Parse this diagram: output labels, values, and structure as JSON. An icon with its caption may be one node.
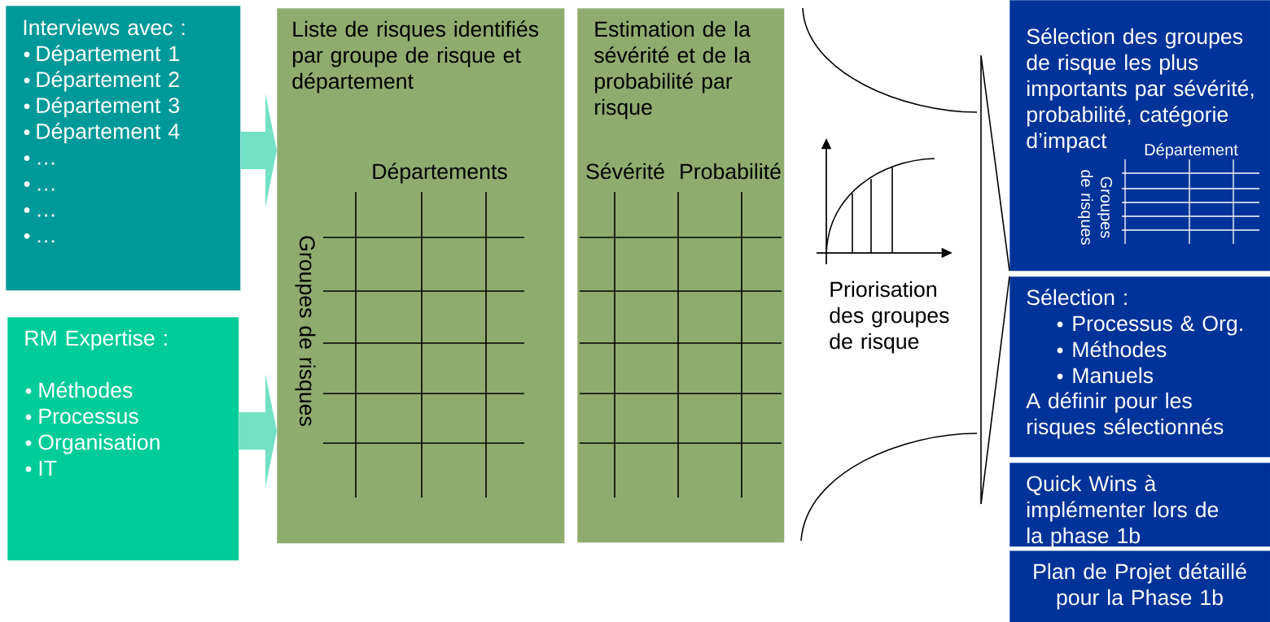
{
  "diagram": {
    "nodes": [
      {
        "text": [
          "Interviews avec :",
          "Département 1",
          "Département 2",
          "Département 3",
          "Département 4",
          "…",
          "…",
          "…",
          "…"
        ]
      },
      {
        "text": [
          "RM Expertise :",
          "Méthodes",
          "Processus",
          "Organisation",
          "IT"
        ]
      },
      {
        "text": [
          "Liste de risques identifiés par groupe de risque et département",
          "Départements",
          "Groupes de risques"
        ]
      },
      {
        "text": [
          "Estimation de la sévérité et de la probabilité par risque",
          "Sévérité",
          "Probabilité"
        ]
      },
      {
        "text": [
          "Priorisation des groupes de risque"
        ]
      },
      {
        "text": [
          "Sélection des groupes de risque les plus importants par sévérité, probabilité, catégorie d’impact",
          "Département",
          "Groupes de risques"
        ]
      },
      {
        "text": [
          "Sélection :",
          "Processus & Org.",
          "Méthodes",
          "Manuels",
          "A définir pour les risques sélectionnés"
        ]
      },
      {
        "text": [
          "Quick Wins à implémenter lors de la phase 1b"
        ]
      },
      {
        "text": [
          "Plan de Projet détaillé pour la Phase 1b"
        ]
      }
    ],
    "edges": [
      {
        "from": 0,
        "to": 2,
        "arrow": "to"
      },
      {
        "from": 1,
        "to": 2,
        "arrow": "to"
      }
    ]
  }
}
